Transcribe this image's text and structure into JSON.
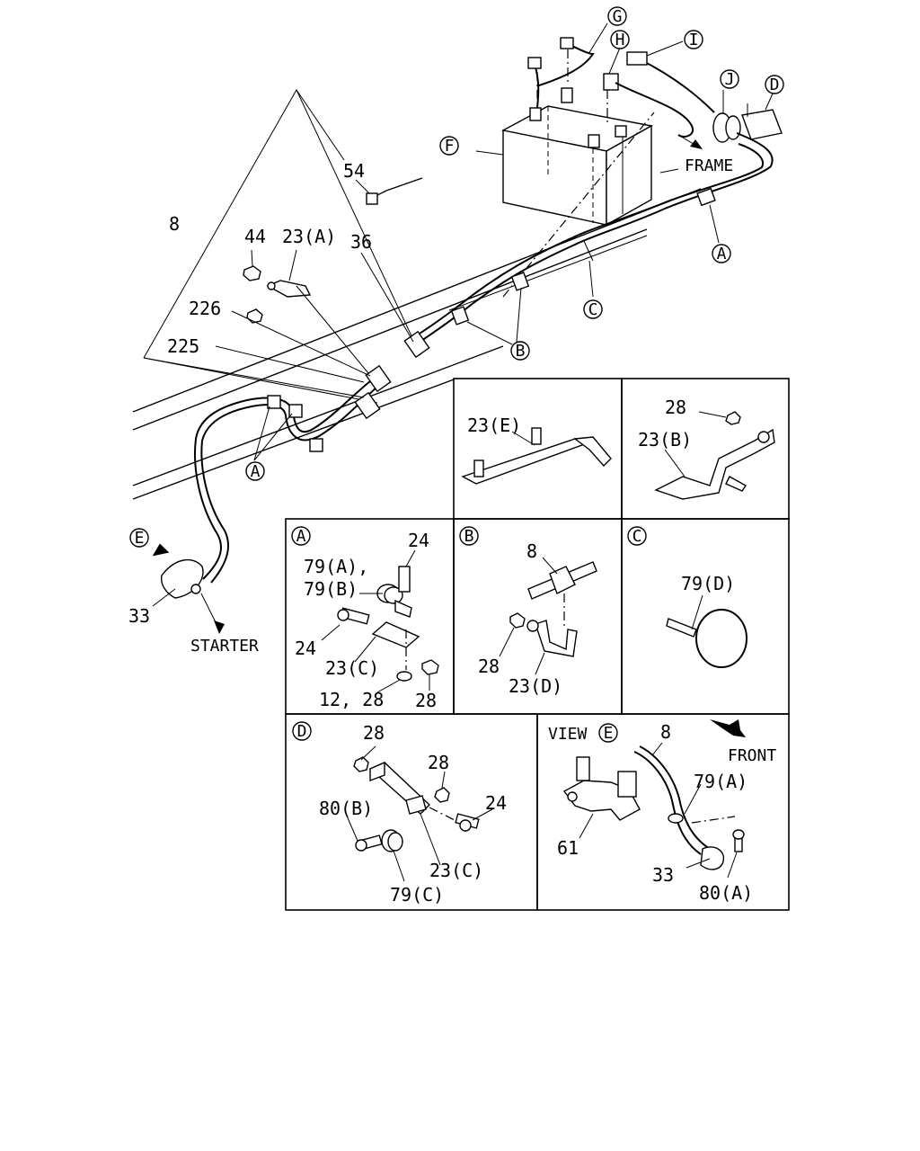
{
  "callouts": {
    "A": "A",
    "B": "B",
    "C": "C",
    "D": "D",
    "E": "E",
    "F": "F",
    "G": "G",
    "H": "H",
    "I": "I",
    "J": "J"
  },
  "main_labels": {
    "p54": "54",
    "p8": "8",
    "p44": "44",
    "p23a": "23(A)",
    "p36": "36",
    "p226": "226",
    "p225": "225",
    "frame": "FRAME",
    "p33": "33",
    "starter": "STARTER"
  },
  "detail_e23": {
    "p23e": "23(E)"
  },
  "detail_b23": {
    "p28": "28",
    "p23b": "23(B)"
  },
  "detail_a": {
    "p24_top": "24",
    "p79a": "79(A),",
    "p79b": "79(B)",
    "p24_left": "24",
    "p23c": "23(C)",
    "p1228": "12, 28",
    "p28": "28"
  },
  "detail_b": {
    "p8": "8",
    "p28": "28",
    "p23d": "23(D)"
  },
  "detail_c": {
    "p79d": "79(D)"
  },
  "detail_d": {
    "p28_top": "28",
    "p28_mid": "28",
    "p24": "24",
    "p80b": "80(B)",
    "p23c": "23(C)",
    "p79c": "79(C)"
  },
  "detail_view_e": {
    "view": "VIEW",
    "p8": "8",
    "front": "FRONT",
    "p79a": "79(A)",
    "p61": "61",
    "p33": "33",
    "p80a": "80(A)"
  }
}
